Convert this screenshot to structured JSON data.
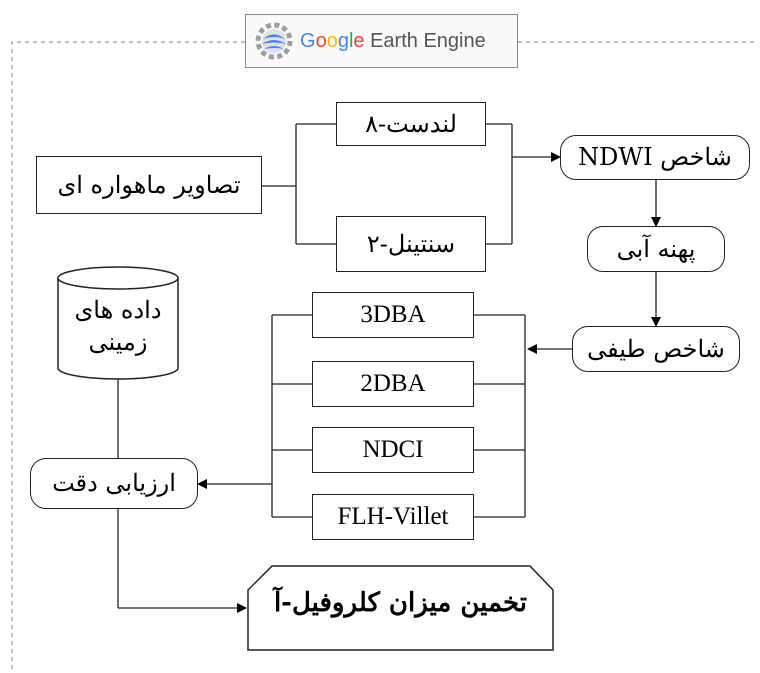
{
  "header": {
    "google_letters": [
      "G",
      "o",
      "o",
      "g",
      "l",
      "e"
    ],
    "product": "Earth Engine",
    "colors": {
      "blue": "#4285F4",
      "red": "#EA4335",
      "yellow": "#FBBC05",
      "green": "#34A853"
    },
    "icon": "gear-globe-icon"
  },
  "nodes": {
    "satellite_images": "تصاویر ماهواره ای",
    "landsat": "لندست-۸",
    "sentinel": "سنتینل-۲",
    "ndwi_index": "شاخص NDWI",
    "water_body": "پهنه آبی",
    "spectral_index": "شاخص طیفی",
    "dba3": "3DBA",
    "dba2": "2DBA",
    "ndci": "NDCI",
    "flh": "FLH-Villet",
    "ground_data": "داده های زمینی",
    "accuracy": "ارزیابی دقت",
    "chlorophyll": "تخمین میزان کلروفیل-آ"
  }
}
